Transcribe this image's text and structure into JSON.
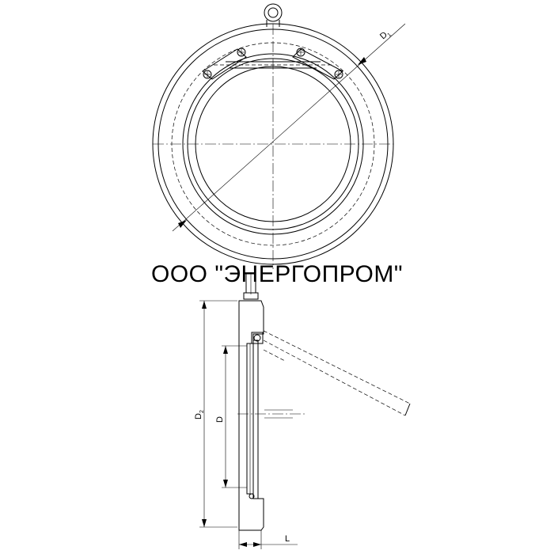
{
  "caption": "ООО \"ЭНЕРГОПРОМ\"",
  "dimensions": {
    "d1": {
      "letter": "D",
      "subscript": "1"
    },
    "d2": {
      "letter": "D",
      "subscript": "2"
    },
    "d": "D",
    "l": "L"
  }
}
